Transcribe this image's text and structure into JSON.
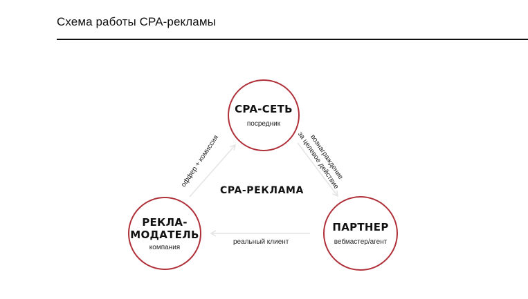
{
  "header": {
    "title": "Схема работы CPA-рекламы"
  },
  "diagram": {
    "center_label": "CPA-РЕКЛАМА",
    "nodes": {
      "cpa_network": {
        "title": "CPA-СЕТЬ",
        "subtitle": "посредник"
      },
      "partner": {
        "title": "ПАРТНЕР",
        "subtitle": "вебмастер/агент"
      },
      "advertiser": {
        "title_line1": "РЕКЛА-",
        "title_line2": "МОДАТЕЛЬ",
        "subtitle": "компания"
      }
    },
    "edges": {
      "advertiser_to_network": "оффер + комиссия",
      "network_to_partner_line1": "вознаграждение",
      "network_to_partner_line2": "за целевое действие",
      "partner_to_advertiser": "реальный клиент"
    },
    "colors": {
      "circle_stroke": "#b0303a",
      "arrow": "#e4e4e4",
      "rule": "#111111"
    }
  }
}
